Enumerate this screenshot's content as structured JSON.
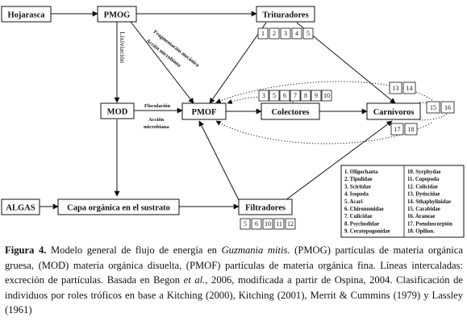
{
  "diagram": {
    "nodes": {
      "hojarasca": "Hojarasca",
      "pmog": "PMOG",
      "trituradores": "Trituradores",
      "mod": "MOD",
      "pmof": "PMOF",
      "colectores": "Colectores",
      "carnivoros": "Carnívoros",
      "algas": "ALGAS",
      "capa": "Capa orgánica en el sustrato",
      "filtradores": "Filtradores"
    },
    "edge_labels": {
      "lixiviacion": "Lixiviación",
      "frag1": "Fragmentación mecánica",
      "frag2": "Acción microbiana",
      "floculacion": "Floculación",
      "accion1": "Acción",
      "accion2": "microbiana"
    },
    "tags": {
      "trituradores": [
        "1",
        "2",
        "3",
        "4",
        "5"
      ],
      "colectores": [
        "3",
        "5",
        "6",
        "7",
        "8",
        "9",
        "10"
      ],
      "carnivoros_top": [
        "13",
        "14"
      ],
      "carnivoros_right": [
        "15",
        "16"
      ],
      "carnivoros_bottom": [
        "17",
        "18"
      ],
      "filtradores": [
        "5",
        "6",
        "10",
        "11",
        "12"
      ]
    },
    "legend": {
      "col1": [
        "1.   Oligochaeta",
        "2.   Tipulidae",
        "3.   Sciritdae",
        "4.   Isopoda",
        "5.   Acari",
        "6.   Chironomidae",
        "7.   Culicidae",
        "8.   Psychodidae",
        "9.   Ceratopogonidae"
      ],
      "col2": [
        "10. Syrphydae",
        "11. Copepoda",
        "12. Culicidae",
        "13. Dytiscidae",
        "14. Sthaphylinidae",
        "15. Carabidae",
        "16. Araneae",
        "17. Pseudoscorpión",
        "18. Opilion."
      ]
    }
  },
  "caption": {
    "fig_label": "Figura 4.",
    "t1": " Modelo general de flujo de energía en ",
    "species": "Guzmania mitis",
    "t2": ". (PMOG) partículas de materia orgánica gruesa, (MOD) materia orgánica disuelta, (PMOF) partículas de materia orgánica fina. Líneas intercaladas: excreción de partículas. Basada en Begon ",
    "etal": "et al.,",
    "t3": " 2006, modificada a partir de Ospina, 2004. Clasificación de individuos por roles tróficos en base a Kitching (2000), Kitching (2001), Merrit & Cummins (1979) y Lassley (1961)"
  }
}
